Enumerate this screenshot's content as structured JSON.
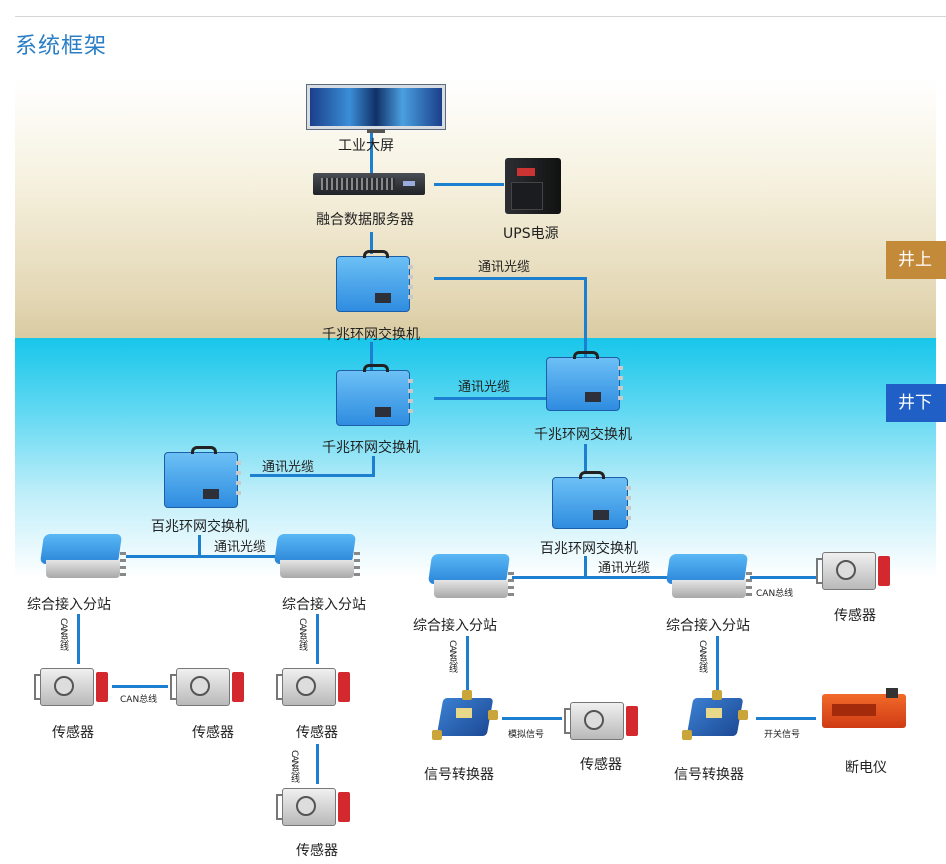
{
  "header": {
    "title": "系统框架"
  },
  "zones": {
    "above": "井上",
    "below": "井下"
  },
  "devices": {
    "screen": "工业大屏",
    "server": "融合数据服务器",
    "ups": "UPS电源",
    "switch_top": "千兆环网交换机",
    "switch_mid": "千兆环网交换机",
    "switch_right": "千兆环网交换机",
    "hundred_left": "百兆环网交换机",
    "hundred_right": "百兆环网交换机",
    "station_1": "综合接入分站",
    "station_2": "综合接入分站",
    "station_3": "综合接入分站",
    "station_4": "综合接入分站",
    "sensor_1": "传感器",
    "sensor_2": "传感器",
    "sensor_3": "传感器",
    "sensor_4": "传感器",
    "sensor_5": "传感器",
    "sensor_6": "传感器",
    "converter_1": "信号转换器",
    "converter_2": "信号转换器",
    "breaker": "断电仪"
  },
  "links": {
    "fiber_1": "通讯光缆",
    "fiber_2": "通讯光缆",
    "fiber_3": "通讯光缆",
    "fiber_4": "通讯光缆",
    "fiber_5": "通讯光缆",
    "can_1": "CAN总线",
    "can_2": "CAN总线",
    "can_3": "CAN总线",
    "can_4": "CAN总线",
    "can_5": "CAN总线",
    "can_6": "CAN总线",
    "can_7": "CAN总线",
    "analog": "模拟信号",
    "switch_signal": "开关信号"
  }
}
